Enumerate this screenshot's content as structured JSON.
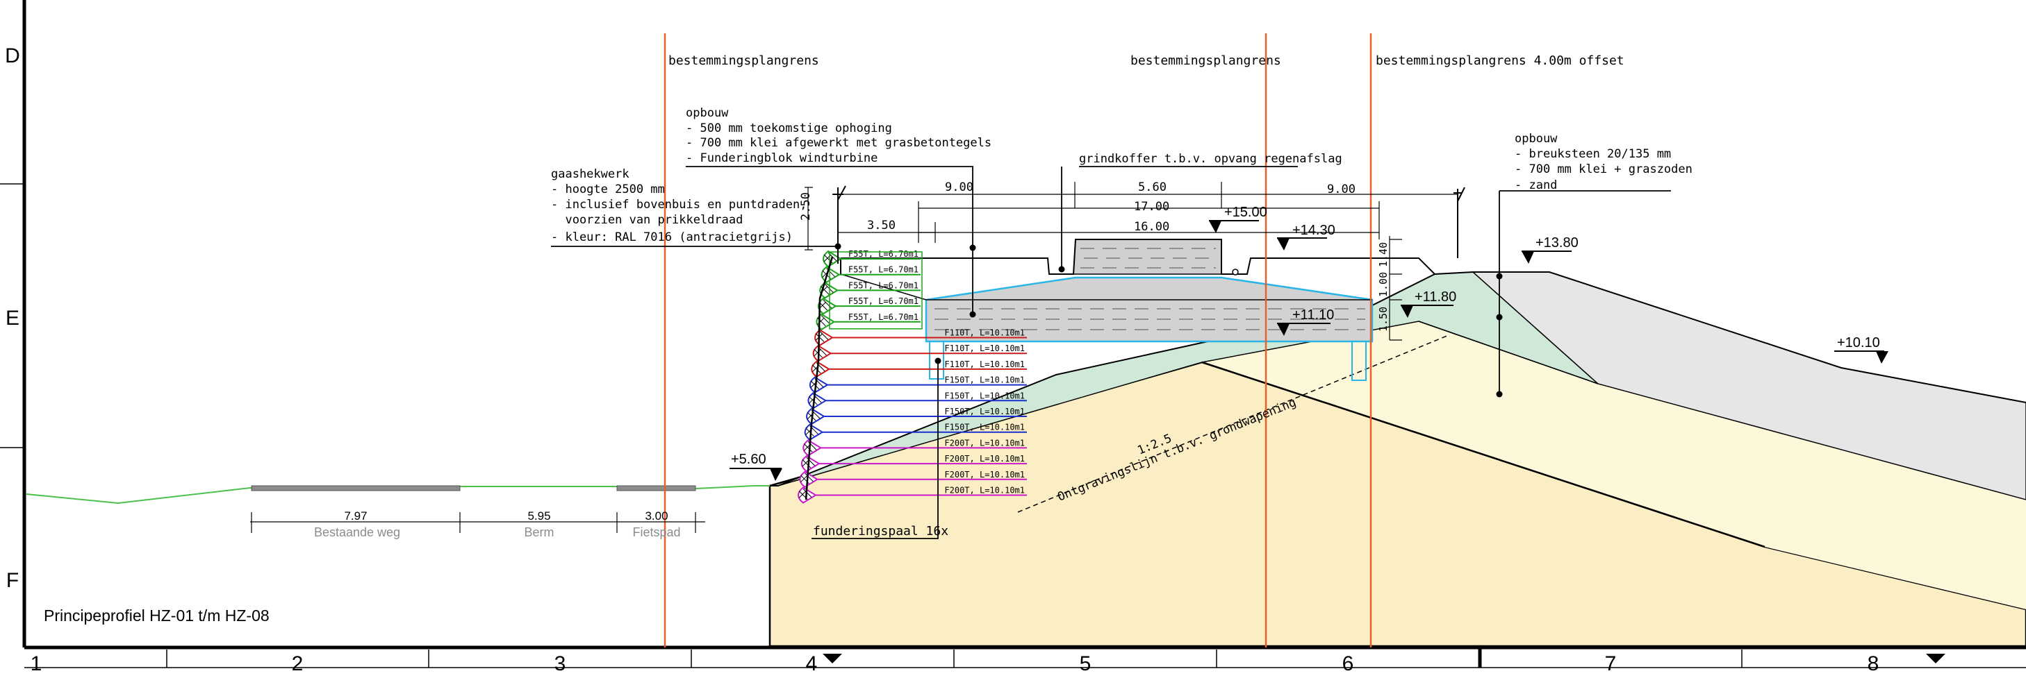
{
  "title": "Principeprofiel HZ-01 t/m HZ-08",
  "row_labels": [
    "D",
    "E",
    "F"
  ],
  "column_numbers": [
    "1",
    "2",
    "3",
    "4",
    "5",
    "6",
    "7",
    "8"
  ],
  "boundaries": {
    "left": "bestemmingsplangrens",
    "middle": "bestemmingsplangrens",
    "right": "bestemmingsplangrens 4.00m offset"
  },
  "notes": {
    "opbouw_center": {
      "heading": "opbouw",
      "lines": [
        "- 500 mm toekomstige ophoging",
        "- 700 mm klei afgewerkt met grasbetontegels",
        "- Funderingblok windturbine"
      ]
    },
    "fence": {
      "heading": "gaashekwerk",
      "lines": [
        "- hoogte 2500 mm",
        "- inclusief bovenbuis en puntdraden,",
        "  voorzien van prikkeldraad",
        "- kleur: RAL 7016 (antracietgrijs)"
      ]
    },
    "gravel": "grindkoffer t.b.v. opvang regenafslag",
    "opbouw_right": {
      "heading": "opbouw",
      "lines": [
        "- breuksteen 20/135 mm",
        "- 700 mm klei + graszoden",
        "- zand"
      ]
    },
    "piles": "funderingspaal 16x",
    "excavation": "Ontgravingslijn t.b.v. grondwapening",
    "slope": "1:2.5"
  },
  "levels": [
    "+15.00",
    "+14.30",
    "+13.80",
    "+11.80",
    "+11.10",
    "+10.10",
    "+5.60"
  ],
  "dimensions": {
    "d900a": "9.00",
    "d560": "5.60",
    "d900b": "9.00",
    "d1700": "17.00",
    "d1600": "16.00",
    "d350": "3.50",
    "d250": "2.50",
    "d140": "1.40",
    "d100": "1.00",
    "d150": "1.50"
  },
  "road": {
    "dims": [
      "7.97",
      "5.95",
      "3.00"
    ],
    "labels": [
      "Bestaande weg",
      "Berm",
      "Fietspad"
    ]
  },
  "anchors": [
    {
      "label": "F55T, L=6.70m1",
      "color": "#1aa31a"
    },
    {
      "label": "F55T, L=6.70m1",
      "color": "#1aa31a"
    },
    {
      "label": "F55T, L=6.70m1",
      "color": "#1aa31a"
    },
    {
      "label": "F55T, L=6.70m1",
      "color": "#1aa31a"
    },
    {
      "label": "F55T, L=6.70m1",
      "color": "#1aa31a"
    },
    {
      "label": "F110T, L=10.10m1",
      "color": "#cc1a1a"
    },
    {
      "label": "F110T, L=10.10m1",
      "color": "#cc1a1a"
    },
    {
      "label": "F110T, L=10.10m1",
      "color": "#cc1a1a"
    },
    {
      "label": "F150T, L=10.10m1",
      "color": "#1a2fcc"
    },
    {
      "label": "F150T, L=10.10m1",
      "color": "#1a2fcc"
    },
    {
      "label": "F150T, L=10.10m1",
      "color": "#1a2fcc"
    },
    {
      "label": "F150T, L=10.10m1",
      "color": "#1a2fcc"
    },
    {
      "label": "F200T, L=10.10m1",
      "color": "#c81ac8"
    },
    {
      "label": "F200T, L=10.10m1",
      "color": "#c81ac8"
    },
    {
      "label": "F200T, L=10.10m1",
      "color": "#c81ac8"
    },
    {
      "label": "F200T, L=10.10m1",
      "color": "#c81ac8"
    }
  ],
  "colors": {
    "sand": "#fbeec4",
    "sand_light": "#fcf8d9",
    "clay_green": "#cfe8d8",
    "stone_grey": "#e6e6e6",
    "foundation": "#d2d2d2",
    "cyan": "#29b6e6",
    "boundary": "#e8602c"
  }
}
